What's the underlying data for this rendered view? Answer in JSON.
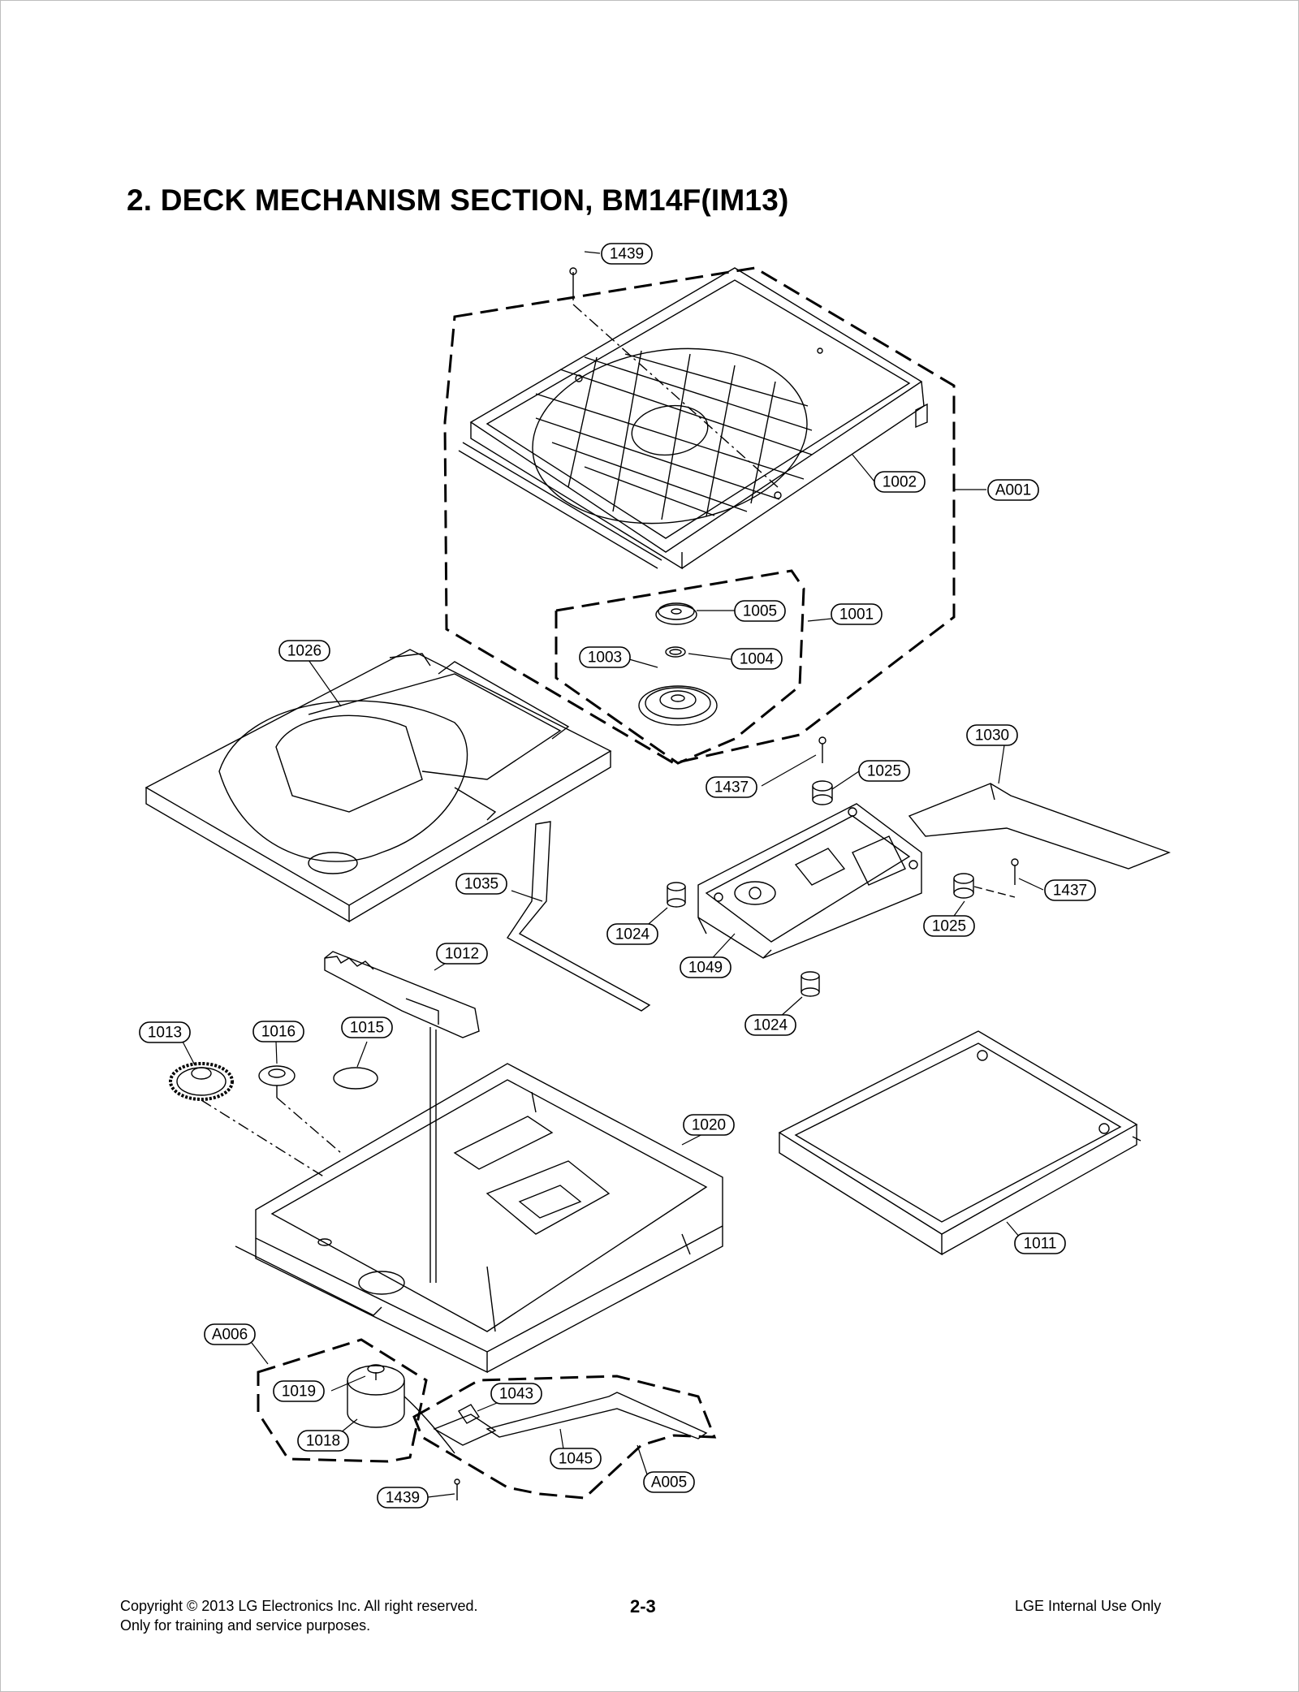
{
  "title": "2. DECK MECHANISM SECTION, BM14F(IM13)",
  "labels": {
    "l1439a": "1439",
    "l1002": "1002",
    "lA001": "A001",
    "l1005": "1005",
    "l1001": "1001",
    "l1003": "1003",
    "l1004": "1004",
    "l1026": "1026",
    "l1030": "1030",
    "l1437a": "1437",
    "l1025a": "1025",
    "l1035": "1035",
    "l1437b": "1437",
    "l1024a": "1024",
    "l1025b": "1025",
    "l1049": "1049",
    "l1012": "1012",
    "l1024b": "1024",
    "l1013": "1013",
    "l1016": "1016",
    "l1015": "1015",
    "l1020": "1020",
    "l1011": "1011",
    "lA006": "A006",
    "l1019": "1019",
    "l1043": "1043",
    "l1018": "1018",
    "l1045": "1045",
    "lA005": "A005",
    "l1439b": "1439"
  },
  "footer": {
    "copyright_line1": "Copyright © 2013 LG Electronics Inc. All right reserved.",
    "copyright_line2": "Only for training and service purposes.",
    "page_number": "2-3",
    "internal": "LGE Internal Use Only"
  }
}
